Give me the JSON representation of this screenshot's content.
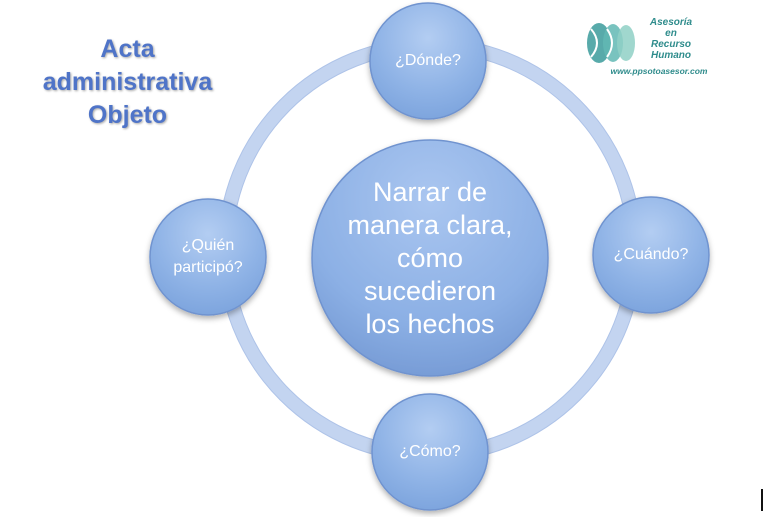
{
  "title": {
    "lines": [
      "Acta",
      "administrativa",
      "Objeto"
    ]
  },
  "diagram": {
    "center": {
      "text": "Narrar de\nmanera clara,\ncómo\nsucedieron\nlos hechos"
    },
    "nodes": {
      "top": "¿Dónde?",
      "right": "¿Cuándo?",
      "bottom": "¿Cómo?",
      "left": "¿Quién\nparticipó?"
    }
  },
  "logo": {
    "lines": [
      "Asesoría",
      "en",
      "Recurso",
      "Humano"
    ],
    "url": "www.ppsotoasesor.com"
  },
  "colors": {
    "title": "#4f74c8",
    "circle_fill": "#8fb3e6",
    "circle_stroke": "#6f93cf",
    "ring": "#c9d8f1",
    "logo": "#2f8c8c"
  }
}
